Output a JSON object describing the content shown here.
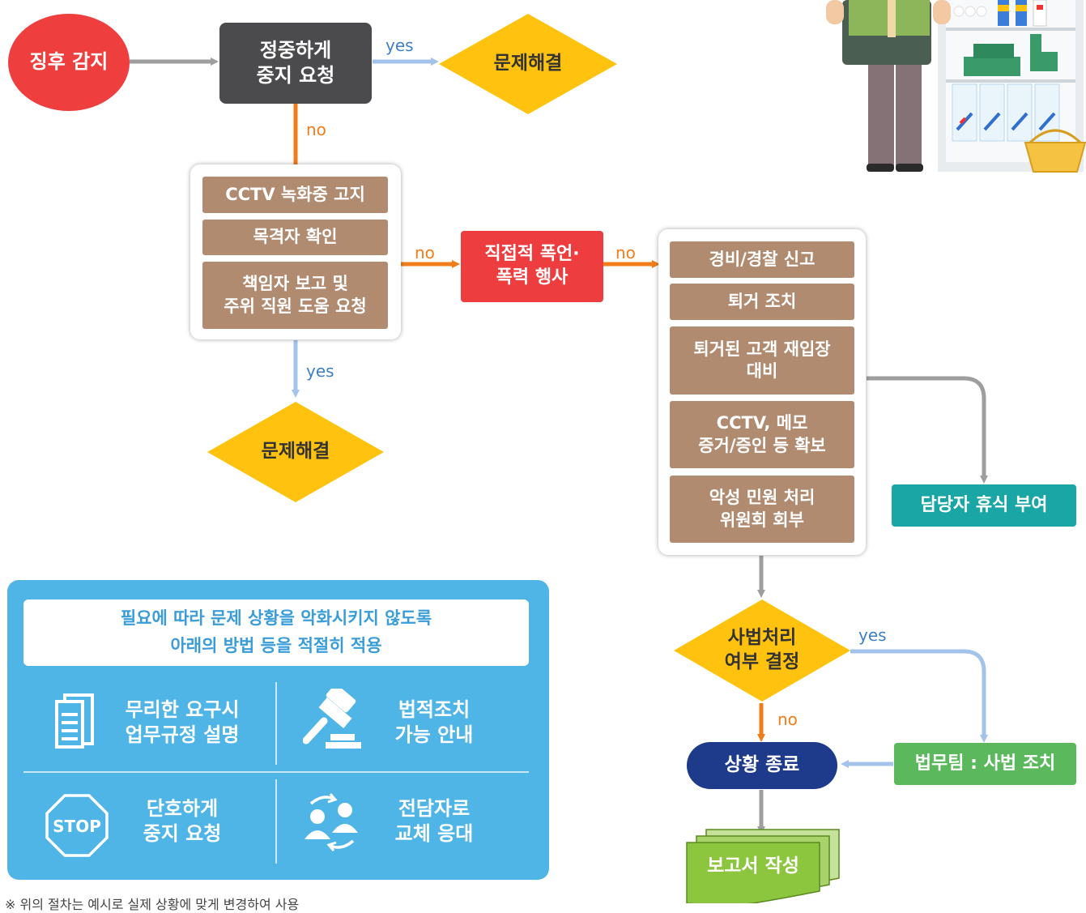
{
  "nodes": {
    "start": "징후 감지",
    "request_stop": "정중하게\n중지 요청",
    "solved_top": "문제해결",
    "solved_mid": "문제해결",
    "violence": "직접적 폭언·\n폭력 행사",
    "decision": "사법처리\n여부 결정",
    "end": "상황 종료",
    "legal_team": "법무팀 : 사법 조치",
    "rest": "담당자 휴식 부여",
    "report": "보고서 작성"
  },
  "step_group_1": [
    "CCTV 녹화중 고지",
    "목격자 확인",
    "책임자 보고 및\n주위 직원 도움 요청"
  ],
  "step_group_2": [
    "경비/경찰 신고",
    "퇴거 조치",
    "퇴거된 고객 재입장\n대비",
    "CCTV, 메모\n증거/증인 등 확보",
    "악성 민원 처리\n위원회 회부"
  ],
  "edge_labels": {
    "yes": "yes",
    "no": "no"
  },
  "tips": {
    "header": "필요에 따라 문제 상황을 악화시키지 않도록\n아래의 방법 등을 적절히 적용",
    "items": [
      {
        "icon": "document-icon",
        "label": "무리한 요구시\n업무규정 설명"
      },
      {
        "icon": "gavel-icon",
        "label": "법적조치\n가능 안내"
      },
      {
        "icon": "stop-sign-icon",
        "label": "단호하게\n중지 요청"
      },
      {
        "icon": "staff-swap-icon",
        "label": "전담자로\n교체 응대"
      }
    ],
    "stop_sign_text": "STOP"
  },
  "footnote": "※ 위의 절차는 예시로 실제 상황에 맞게 변경하여 사용",
  "colors": {
    "start": "#ef3e3e",
    "request": "#4b4b4d",
    "diamond": "#ffc20e",
    "violence": "#ee3d3f",
    "step": "#b08b70",
    "teal": "#1ba6a6",
    "navy": "#1e3a8a",
    "green": "#5cb85c",
    "report": "#8cc63f",
    "tips_bg": "#4fb4e6",
    "arrow_gray": "#9e9e9e",
    "arrow_orange": "#f07d1a",
    "arrow_blue": "#a4c3ea"
  }
}
